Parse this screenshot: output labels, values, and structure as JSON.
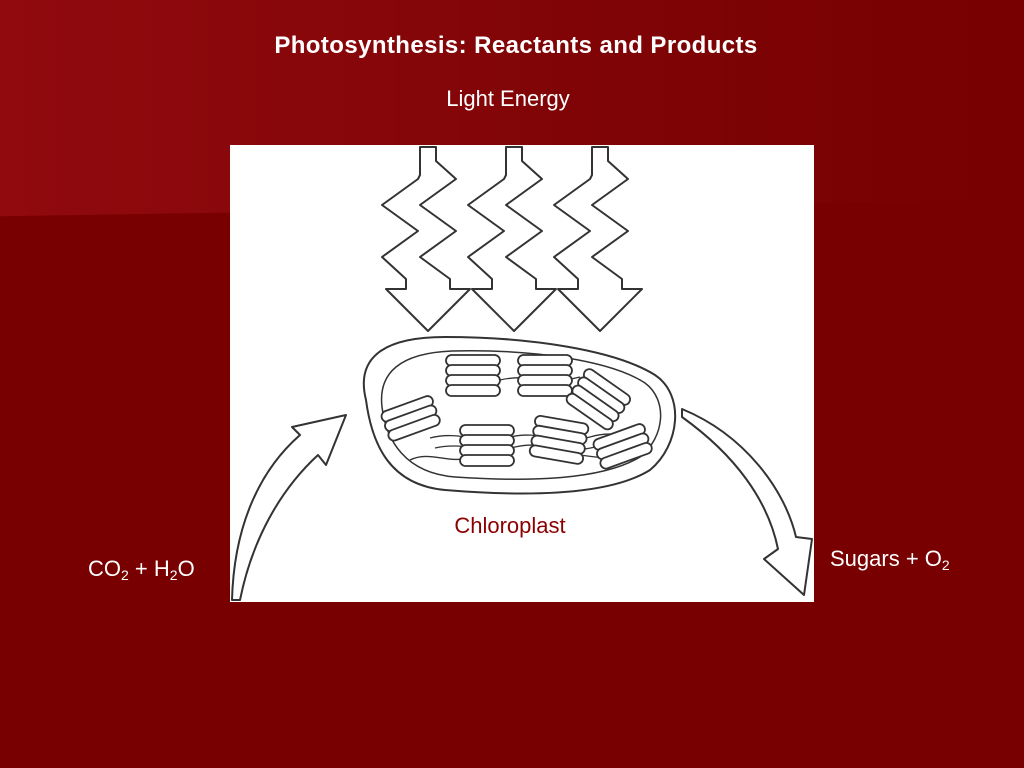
{
  "slide": {
    "title": "Photosynthesis: Reactants and Products",
    "light_label": "Light Energy",
    "organelle_label": "Chloroplast"
  },
  "reactants": {
    "co2_co": "CO",
    "co2_sub": "2",
    "plus": " + H",
    "h2o_sub": "2",
    "h2o_o": "O"
  },
  "products": {
    "sugars": "Sugars + O",
    "o2_sub": "2"
  },
  "colors": {
    "background": "#780000",
    "panel": "#ffffff",
    "organelle_label": "#8b0000",
    "outline": "#333333"
  },
  "icons": {
    "light_rays": "zigzag-arrow-down-icon",
    "chloroplast": "chloroplast-icon",
    "input_arrow": "curved-arrow-up-icon",
    "output_arrow": "curved-arrow-down-icon"
  }
}
